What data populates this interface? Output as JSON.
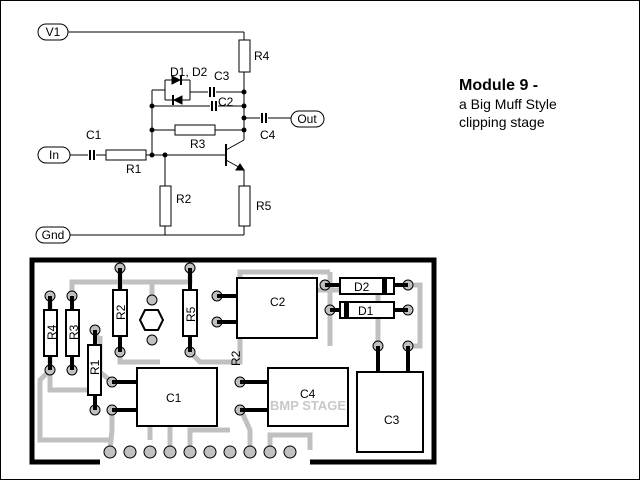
{
  "title": "Module 9 -",
  "subtitle_line1": "a Big Muff Style",
  "subtitle_line2": "clipping stage",
  "schematic": {
    "terminals": {
      "v1": "V1",
      "in": "In",
      "out": "Out",
      "gnd": "Gnd"
    },
    "labels": {
      "r4": "R4",
      "r3": "R3",
      "r1": "R1",
      "r2": "R2",
      "r5": "R5",
      "c1": "C1",
      "c2": "C2",
      "c3": "C3",
      "c4": "C4",
      "d1d2": "D1, D2"
    }
  },
  "pcb": {
    "labels": {
      "r4": "R4",
      "r3": "R3",
      "r2": "R2",
      "r5": "R5",
      "r1": "R1",
      "r2_side": "R2",
      "c1": "C1",
      "c2": "C2",
      "c3": "C3",
      "c4": "C4",
      "d1": "D1",
      "d2": "D2",
      "watermark": "BMP STAGE"
    }
  },
  "colors": {
    "trace": "#c0c0c0",
    "ink": "#000000",
    "board": "#ffffff"
  }
}
